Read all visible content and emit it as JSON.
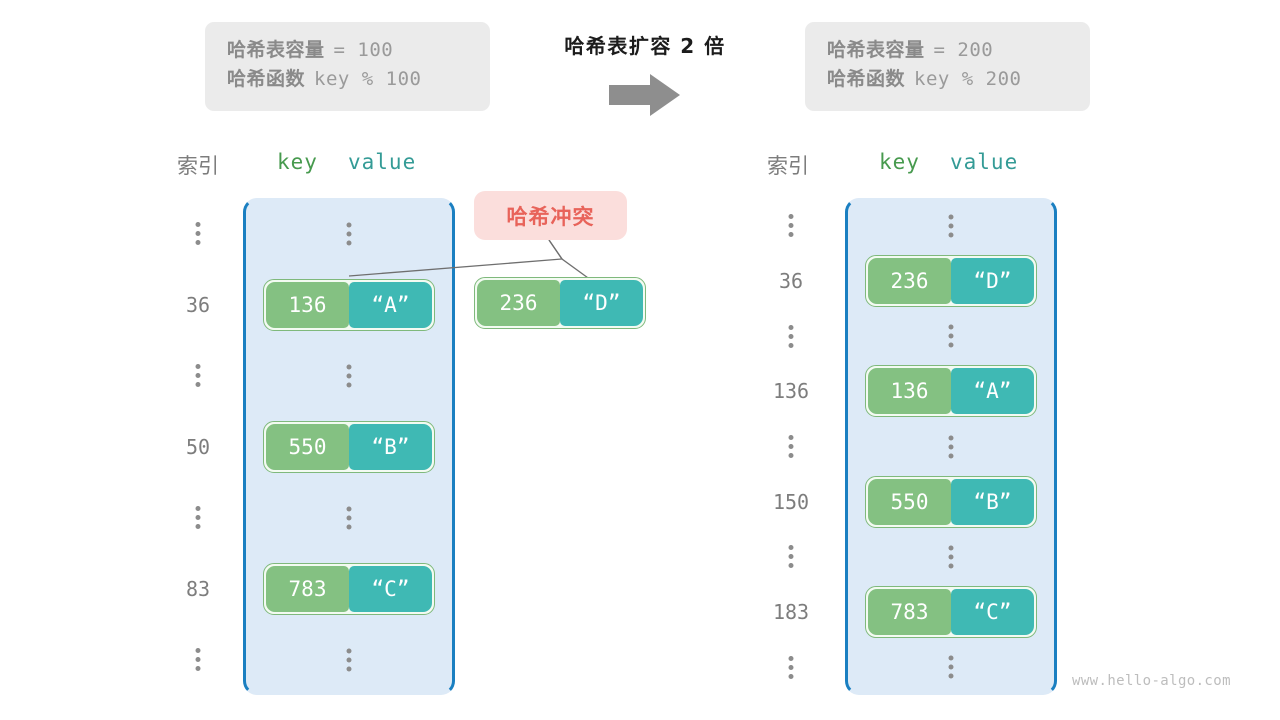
{
  "title": "哈希表扩容 2 倍",
  "arrow_icon": "right-block-arrow-icon",
  "watermark": "www.hello-algo.com",
  "before": {
    "capacity_label": "哈希表容量",
    "capacity_value": "= 100",
    "function_label": "哈希函数",
    "function_value": "key % 100",
    "header_index": "索引",
    "header_key": "key",
    "header_value": "value",
    "rows": [
      {
        "index": "⋮",
        "type": "dots"
      },
      {
        "index": "36",
        "type": "pair",
        "key": "136",
        "value": "“A”"
      },
      {
        "index": "⋮",
        "type": "dots"
      },
      {
        "index": "50",
        "type": "pair",
        "key": "550",
        "value": "“B”"
      },
      {
        "index": "⋮",
        "type": "dots"
      },
      {
        "index": "83",
        "type": "pair",
        "key": "783",
        "value": "“C”"
      },
      {
        "index": "⋮",
        "type": "dots"
      }
    ],
    "collision": {
      "badge": "哈希冲突",
      "key": "236",
      "value": "“D”"
    }
  },
  "after": {
    "capacity_label": "哈希表容量",
    "capacity_value": "= 200",
    "function_label": "哈希函数",
    "function_value": "key % 200",
    "header_index": "索引",
    "header_key": "key",
    "header_value": "value",
    "rows": [
      {
        "index": "⋮",
        "type": "dots"
      },
      {
        "index": "36",
        "type": "pair",
        "key": "236",
        "value": "“D”"
      },
      {
        "index": "⋮",
        "type": "dots"
      },
      {
        "index": "136",
        "type": "pair",
        "key": "136",
        "value": "“A”"
      },
      {
        "index": "⋮",
        "type": "dots"
      },
      {
        "index": "150",
        "type": "pair",
        "key": "550",
        "value": "“B”"
      },
      {
        "index": "⋮",
        "type": "dots"
      },
      {
        "index": "183",
        "type": "pair",
        "key": "783",
        "value": "“C”"
      },
      {
        "index": "⋮",
        "type": "dots"
      }
    ]
  },
  "colors": {
    "key_cell": "#84c182",
    "value_cell": "#3fb9b4",
    "bucket_fill": "#ddeaf7",
    "bucket_border": "#1a7fc1",
    "badge_bg": "#fbdedc",
    "badge_text": "#e8635a",
    "info_bg": "#ebebeb"
  }
}
